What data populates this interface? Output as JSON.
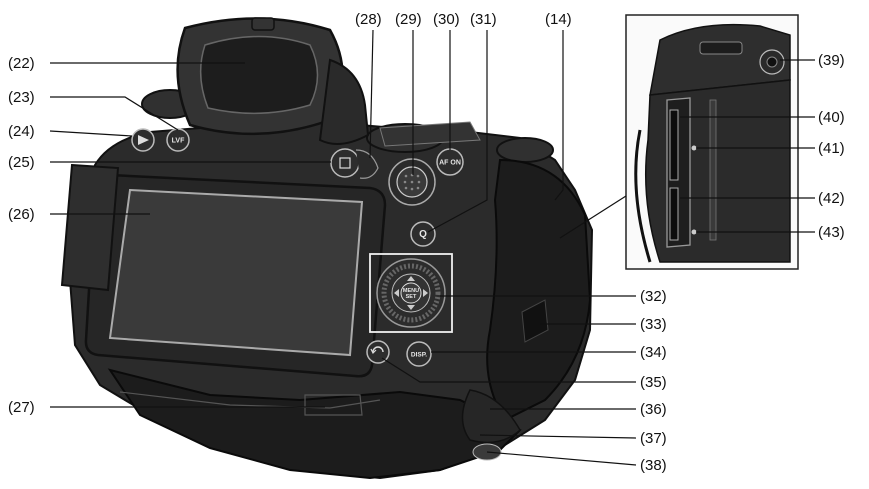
{
  "diagram": {
    "labels": {
      "l22": "(22)",
      "l23": "(23)",
      "l24": "(24)",
      "l25": "(25)",
      "l26": "(26)",
      "l27": "(27)",
      "l28": "(28)",
      "l29": "(29)",
      "l30": "(30)",
      "l31": "(31)",
      "l14": "(14)",
      "l32": "(32)",
      "l33": "(33)",
      "l34": "(34)",
      "l35": "(35)",
      "l36": "(36)",
      "l37": "(37)",
      "l38": "(38)",
      "l39": "(39)",
      "l40": "(40)",
      "l41": "(41)",
      "l42": "(42)",
      "l43": "(43)"
    },
    "button_text": {
      "lvf": "LVF",
      "afon": "AF ON",
      "q": "Q",
      "menu": "MENU",
      "set": "SET",
      "disp": "DISP."
    },
    "colors": {
      "body": "#2b2b2b",
      "outline": "#111111",
      "screen": "#3a3a3a"
    }
  }
}
